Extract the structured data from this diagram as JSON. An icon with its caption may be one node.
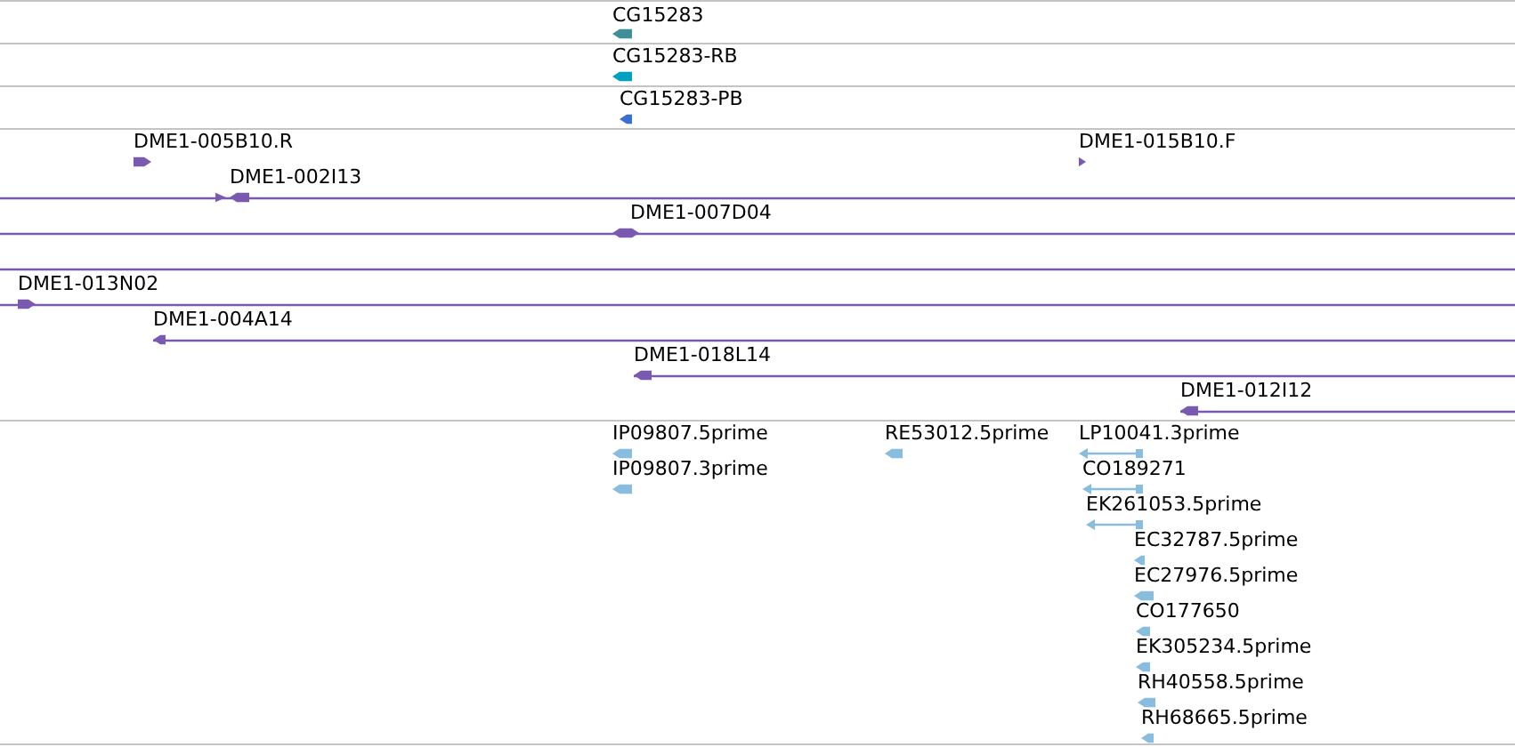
{
  "diagram": {
    "labels": [
      "CG15283",
      "CG15283-RB",
      "CG15283-PB",
      "DME1-005B10.R",
      "DME1-015B10.F",
      "DME1-002I13",
      "DME1-007D04",
      "DME1-013N02",
      "DME1-004A14",
      "DME1-018L14",
      "DME1-012I12",
      "IP09807.5prime",
      "RE53012.5prime",
      "LP10041.3prime",
      "IP09807.3prime",
      "CO189271",
      "EK261053.5prime",
      "EC32787.5prime",
      "EC27976.5prime",
      "CO177650",
      "EK305234.5prime",
      "RH40558.5prime",
      "RH68665.5prime"
    ]
  }
}
